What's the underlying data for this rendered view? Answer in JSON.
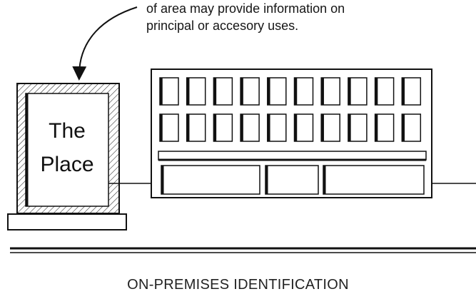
{
  "note": {
    "line1": "of area may provide information on",
    "line2": "principal or accesory uses."
  },
  "sign": {
    "line1": "The",
    "line2": "Place"
  },
  "caption": "ON-PREMISES IDENTIFICATION",
  "colors": {
    "line": "#111111",
    "background": "#ffffff"
  }
}
